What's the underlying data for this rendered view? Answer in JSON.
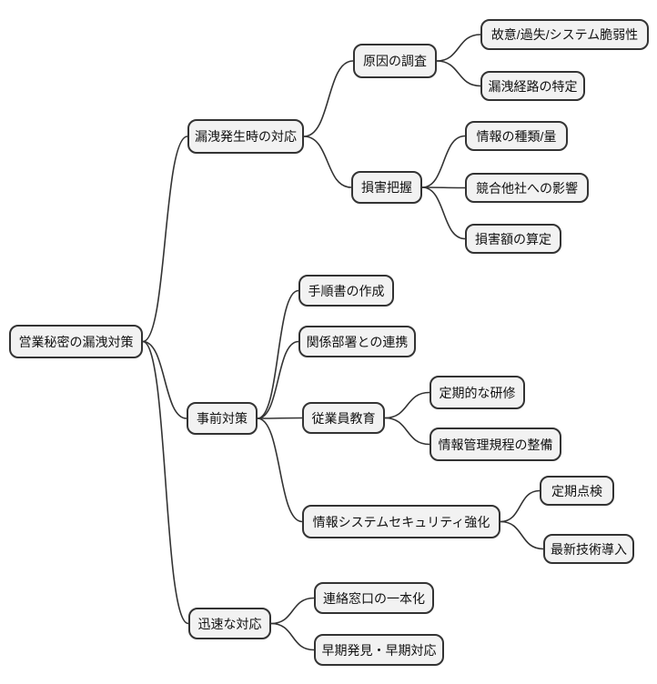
{
  "diagram": {
    "type": "mindmap",
    "colors": {
      "background": "#ffffff",
      "node_fill": "#f2f2f2",
      "node_border": "#333333",
      "line": "#333333",
      "text": "#111111"
    },
    "root": {
      "label": "営業秘密の漏洩対策",
      "children": [
        {
          "label": "漏洩発生時の対応",
          "children": [
            {
              "label": "原因の調査",
              "children": [
                {
                  "label": "故意/過失/システム脆弱性",
                  "children": []
                },
                {
                  "label": "漏洩経路の特定",
                  "children": []
                }
              ]
            },
            {
              "label": "損害把握",
              "children": [
                {
                  "label": "情報の種類/量",
                  "children": []
                },
                {
                  "label": "競合他社への影響",
                  "children": []
                },
                {
                  "label": "損害額の算定",
                  "children": []
                }
              ]
            }
          ]
        },
        {
          "label": "事前対策",
          "children": [
            {
              "label": "手順書の作成",
              "children": []
            },
            {
              "label": "関係部署との連携",
              "children": []
            },
            {
              "label": "従業員教育",
              "children": [
                {
                  "label": "定期的な研修",
                  "children": []
                },
                {
                  "label": "情報管理規程の整備",
                  "children": []
                }
              ]
            },
            {
              "label": "情報システムセキュリティ強化",
              "children": [
                {
                  "label": "定期点検",
                  "children": []
                },
                {
                  "label": "最新技術導入",
                  "children": []
                }
              ]
            }
          ]
        },
        {
          "label": "迅速な対応",
          "children": [
            {
              "label": "連絡窓口の一本化",
              "children": []
            },
            {
              "label": "早期発見・早期対応",
              "children": []
            }
          ]
        }
      ]
    }
  }
}
